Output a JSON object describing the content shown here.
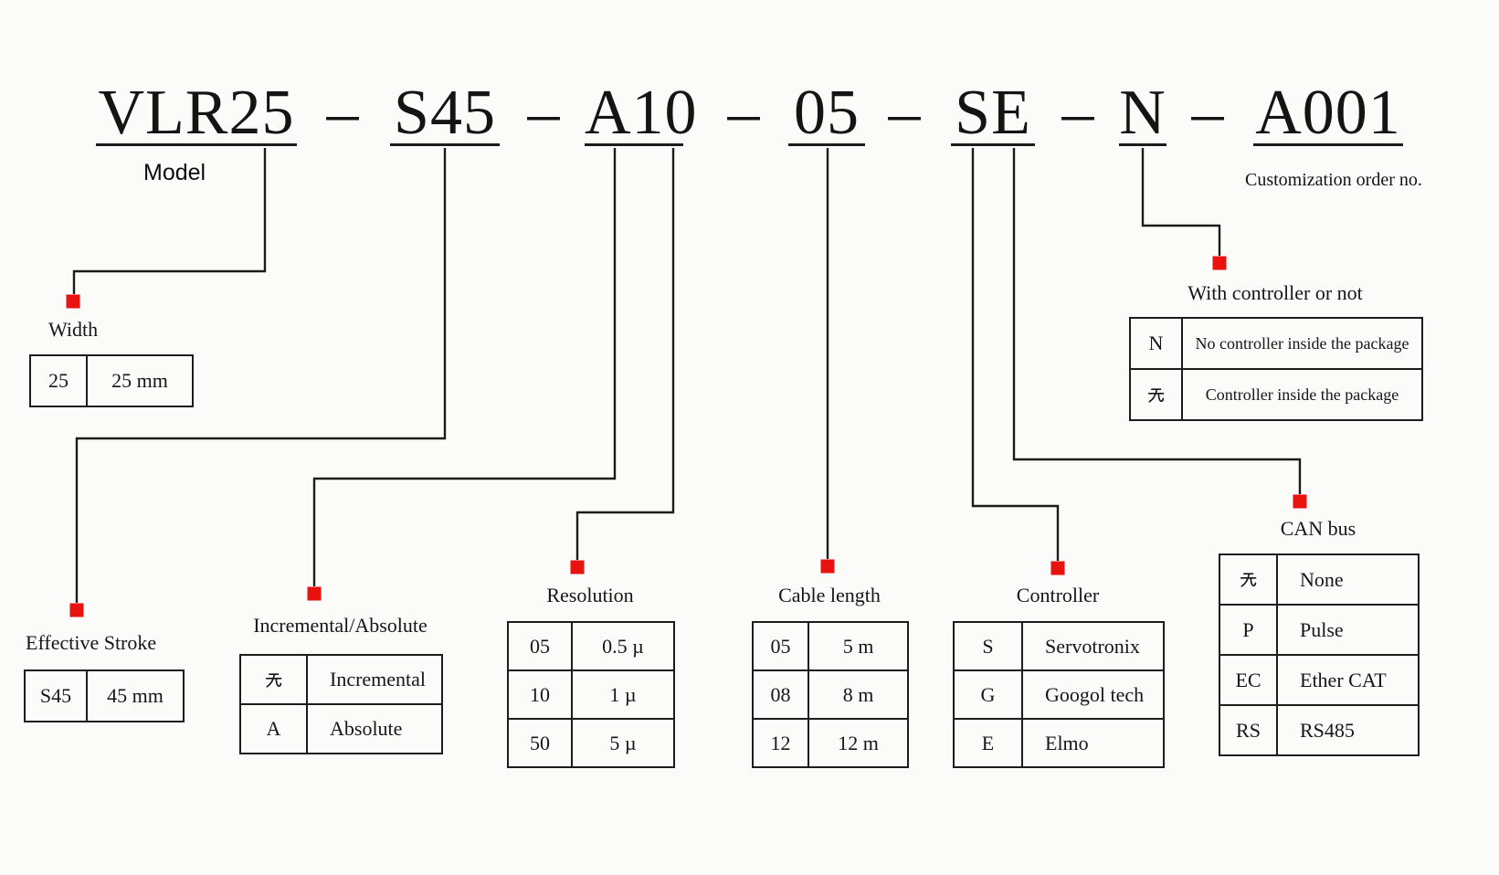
{
  "page": {
    "background": "#fbfbf9",
    "line_color": "#1c1c1c",
    "marker_color": "#e8120e"
  },
  "model_code": {
    "segments": [
      "VLR25",
      "S45",
      "A10",
      "05",
      "SE",
      "N",
      "A001"
    ],
    "separator": "–",
    "model_label": "Model",
    "customization_note": "Customization order no."
  },
  "groups": [
    {
      "id": "width",
      "title": "Width",
      "rows": [
        {
          "code": "25",
          "desc": "25 mm"
        }
      ]
    },
    {
      "id": "effective-stroke",
      "title": "Effective Stroke",
      "rows": [
        {
          "code": "S45",
          "desc": "45 mm"
        }
      ]
    },
    {
      "id": "incremental-absolute",
      "title": "Incremental/Absolute",
      "rows": [
        {
          "code": "无",
          "desc": "Incremental"
        },
        {
          "code": "A",
          "desc": "Absolute"
        }
      ]
    },
    {
      "id": "resolution",
      "title": "Resolution",
      "rows": [
        {
          "code": "05",
          "desc": "0.5 µ"
        },
        {
          "code": "10",
          "desc": "1 µ"
        },
        {
          "code": "50",
          "desc": "5 µ"
        }
      ]
    },
    {
      "id": "cable-length",
      "title": "Cable length",
      "rows": [
        {
          "code": "05",
          "desc": "5 m"
        },
        {
          "code": "08",
          "desc": "8 m"
        },
        {
          "code": "12",
          "desc": "12 m"
        }
      ]
    },
    {
      "id": "controller",
      "title": "Controller",
      "rows": [
        {
          "code": "S",
          "desc": "Servotronix"
        },
        {
          "code": "G",
          "desc": "Googol tech"
        },
        {
          "code": "E",
          "desc": "Elmo"
        }
      ]
    },
    {
      "id": "with-controller",
      "title": "With controller or not",
      "rows": [
        {
          "code": "N",
          "desc": "No controller inside the package"
        },
        {
          "code": "无",
          "desc": "Controller inside the package"
        }
      ]
    },
    {
      "id": "can-bus",
      "title": "CAN bus",
      "rows": [
        {
          "code": "无",
          "desc": "None"
        },
        {
          "code": "P",
          "desc": "Pulse"
        },
        {
          "code": "EC",
          "desc": "Ether CAT"
        },
        {
          "code": "RS",
          "desc": "RS485"
        }
      ]
    }
  ]
}
